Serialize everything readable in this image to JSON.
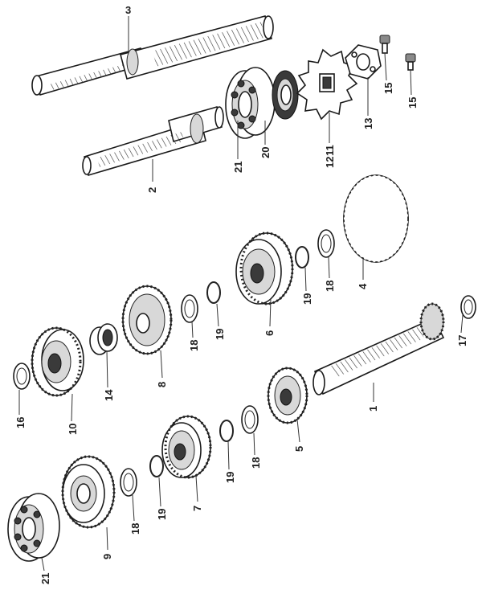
{
  "parts": {
    "p1": "1",
    "p2": "2",
    "p3": "3",
    "p4": "4",
    "p5": "5",
    "p6": "6",
    "p7": "7",
    "p8": "8",
    "p9": "9",
    "p10": "10",
    "p11": "11",
    "p12": "12",
    "p13": "13",
    "p14": "14",
    "p15a": "15",
    "p15b": "15",
    "p16": "16",
    "p17": "17",
    "p18a": "18",
    "p18b": "18",
    "p18c": "18",
    "p18d": "18",
    "p19a": "19",
    "p19b": "19",
    "p19c": "19",
    "p19d": "19",
    "p20": "20",
    "p21a": "21",
    "p21b": "21"
  }
}
